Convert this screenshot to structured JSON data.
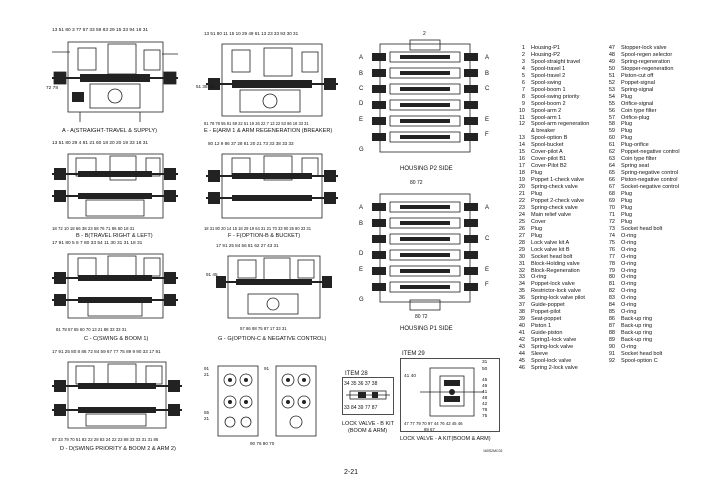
{
  "panels": [
    {
      "id": "a",
      "caption": "A - A(STRAIGHT-TRAVEL & SUPPLY)",
      "top": "13  51 80   3  77 67  33 59 83 29 15 33  94     18  31",
      "bottom": "2   79",
      "left": "72 78"
    },
    {
      "id": "b",
      "caption": "B - B(TRAVEL RIGHT & LEFT)",
      "top": "13 51 80 29  4   81 21 60 18 20 20 19        33      18  31",
      "bottom": "18 72  10     18  66 38 23 58 76 71 86 60  18 31",
      "left": ""
    },
    {
      "id": "c",
      "caption": "C - C(SWING & BOOM 1)",
      "top": "17  91  80   5   6  7  80  33 54 11 30 31 31       18  31",
      "bottom": "81 78 57 65 60 70 13 21 88 33 33 31",
      "left": ""
    },
    {
      "id": "d",
      "caption": "D - D(SWING PRIORITY & BOOM 2 & ARM 2)",
      "top": "17 91 25  80   8  86 72  84 59 67 77 75 89 9  90 33 17 91",
      "bottom": "87 33 79 70 51 82 22 28 83 24 22 23 88 33 33 31 31 86",
      "left": ""
    },
    {
      "id": "e",
      "caption": "E - E(ARM 1 & ARM REGENERATION (BREAKER)",
      "top": "13 51 80  11 15  10 29 49 61 13 23 33       93   30 31",
      "bottom": "81 78 78 55 81 59 22 51 19 26 22 7 13 22 53 86 18 33 31",
      "left": "51   38,74"
    },
    {
      "id": "f",
      "caption": "F - F(OPTION-B & BUCKET)",
      "top": "80  12  9   86 37 28 81 20 21  73 33 38       33   33",
      "bottom": "18 31 80 20 14 15 18 29 19 64 31 21 70 33 90 25 90 33 31",
      "left": ""
    },
    {
      "id": "g",
      "caption": "G - G(OPTION-C & NEGATIVE CONTROL)",
      "top": "17  91  25   84 56    81 62 27       43 31",
      "bottom": "57 86 88 75 87 17 33 31",
      "left": "91 45"
    }
  ],
  "housing_p2": {
    "label": "HOUSING P2 SIDE",
    "top": "2",
    "bottom": "80  72",
    "sections": [
      "A",
      "B",
      "C",
      "D",
      "E",
      "F",
      "G"
    ]
  },
  "housing_p1": {
    "label": "HOUSING P1 SIDE",
    "bottom": "80  72",
    "sections": [
      "A",
      "B",
      "C",
      "D",
      "E",
      "F",
      "G"
    ]
  },
  "item28": {
    "title": "ITEM 28",
    "callouts_top": "34 35 36 37 38",
    "callouts_bottom": "33  84 39 77 87",
    "caption_line1": "LOCK VALVE - B KIT",
    "caption_line2": "(BOOM & ARM)"
  },
  "item29": {
    "title": "ITEM 29",
    "callouts_right": [
      "31",
      "50",
      "45",
      "46",
      "41",
      "48",
      "42",
      "78",
      "75"
    ],
    "callouts_left": "41 40",
    "callouts_bottom": "47 77 79 70 97 44 76 42 45 46",
    "callouts_bottom2": "89   67",
    "caption": "LOCK VALVE - A KIT(BOOM & ARM)"
  },
  "small_views": {
    "left_labels": [
      "91",
      "21",
      "91",
      "21",
      "55",
      "21"
    ],
    "bottom": "90 76    80 70"
  },
  "parts_list_col1": [
    [
      "1",
      "Housing-P1"
    ],
    [
      "2",
      "Housing-P2"
    ],
    [
      "3",
      "Spool-straight travel"
    ],
    [
      "4",
      "Spool-travel 1"
    ],
    [
      "5",
      "Spool-travel 2"
    ],
    [
      "6",
      "Spool-swing"
    ],
    [
      "7",
      "Spool-boom 1"
    ],
    [
      "8",
      "Spool-swing priority"
    ],
    [
      "9",
      "Spool-boom 2"
    ],
    [
      "10",
      "Spool-arm 2"
    ],
    [
      "11",
      "Spool-arm 1"
    ],
    [
      "12",
      "Spool-arm regeneration"
    ],
    [
      "",
      "& breaker"
    ],
    [
      "13",
      "Spool-option B"
    ],
    [
      "14",
      "Spool-bucket"
    ],
    [
      "15",
      "Cover-pilot A"
    ],
    [
      "16",
      "Cover-pilot B1"
    ],
    [
      "17",
      "Cover-Pilot B2"
    ],
    [
      "18",
      "Plug"
    ],
    [
      "19",
      "Poppet 1-check valve"
    ],
    [
      "20",
      "Spring-check valve"
    ],
    [
      "21",
      "Plug"
    ],
    [
      "22",
      "Poppet 2-check valve"
    ],
    [
      "23",
      "Spring-check valve"
    ],
    [
      "24",
      "Main relief valve"
    ],
    [
      "25",
      "Cover"
    ],
    [
      "26",
      "Plug"
    ],
    [
      "27",
      "Plug"
    ],
    [
      "28",
      "Lock valve kit A"
    ],
    [
      "29",
      "Lock valve kit B"
    ],
    [
      "30",
      "Socket  head bolt"
    ],
    [
      "31",
      "Block-Holding valve"
    ],
    [
      "32",
      "Block-Regeneration"
    ],
    [
      "33",
      "O-ring"
    ],
    [
      "34",
      "Poppet-lock valve"
    ],
    [
      "35",
      "Restrictor-lock valve"
    ],
    [
      "36",
      "Spring-lock valve pilot"
    ],
    [
      "37",
      "Guide-poppet"
    ],
    [
      "38",
      "Poppet-pilot"
    ],
    [
      "39",
      "Seat-poppet"
    ],
    [
      "40",
      "Piston 1"
    ],
    [
      "41",
      "Guide-piston"
    ],
    [
      "42",
      "Spring1-lock valve"
    ],
    [
      "43",
      "Spring-lock valve"
    ],
    [
      "44",
      "Sleeve"
    ],
    [
      "45",
      "Spool-lock valve"
    ],
    [
      "46",
      "Spring 2-lock valve"
    ]
  ],
  "parts_list_col2": [
    [
      "47",
      "Stopper-lock valve"
    ],
    [
      "48",
      "Spool-regen selector"
    ],
    [
      "49",
      "Spring-regeneration"
    ],
    [
      "50",
      "Stopper-regeneration"
    ],
    [
      "51",
      "Piston-cut off"
    ],
    [
      "52",
      "Poppet-signal"
    ],
    [
      "53",
      "Spring-signal"
    ],
    [
      "54",
      "Plug"
    ],
    [
      "55",
      "Orifice-signal"
    ],
    [
      "56",
      "Coin type filter"
    ],
    [
      "57",
      "Orifice-plug"
    ],
    [
      "58",
      "Plug"
    ],
    [
      "59",
      "Plug"
    ],
    [
      "60",
      "Plug"
    ],
    [
      "61",
      "Plug-orifice"
    ],
    [
      "62",
      "Poppet-negative control"
    ],
    [
      "63",
      "Coin type filter"
    ],
    [
      "64",
      "Spring seat"
    ],
    [
      "65",
      "Spring-negative control"
    ],
    [
      "66",
      "Piston-negative control"
    ],
    [
      "67",
      "Socket-negative control"
    ],
    [
      "68",
      "Plug"
    ],
    [
      "69",
      "Plug"
    ],
    [
      "70",
      "Plug"
    ],
    [
      "71",
      "Plug"
    ],
    [
      "72",
      "Plug"
    ],
    [
      "73",
      "Socket head bolt"
    ],
    [
      "74",
      "O-ring"
    ],
    [
      "75",
      "O-ring"
    ],
    [
      "76",
      "O-ring"
    ],
    [
      "77",
      "O-ring"
    ],
    [
      "78",
      "O-ring"
    ],
    [
      "79",
      "O-ring"
    ],
    [
      "80",
      "O-ring"
    ],
    [
      "81",
      "O-ring"
    ],
    [
      "82",
      "O-ring"
    ],
    [
      "83",
      "O-ring"
    ],
    [
      "84",
      "O-ring"
    ],
    [
      "85",
      "O-ring"
    ],
    [
      "86",
      "Back-up ring"
    ],
    [
      "87",
      "Back-up ring"
    ],
    [
      "88",
      "Back-up ring"
    ],
    [
      "89",
      "Back-up ring"
    ],
    [
      "90",
      "O-ring"
    ],
    [
      "91",
      "Socket head bolt"
    ],
    [
      "92",
      "Spool-option C"
    ]
  ],
  "figure_id": "160S2MC02",
  "page_number": "2-21"
}
